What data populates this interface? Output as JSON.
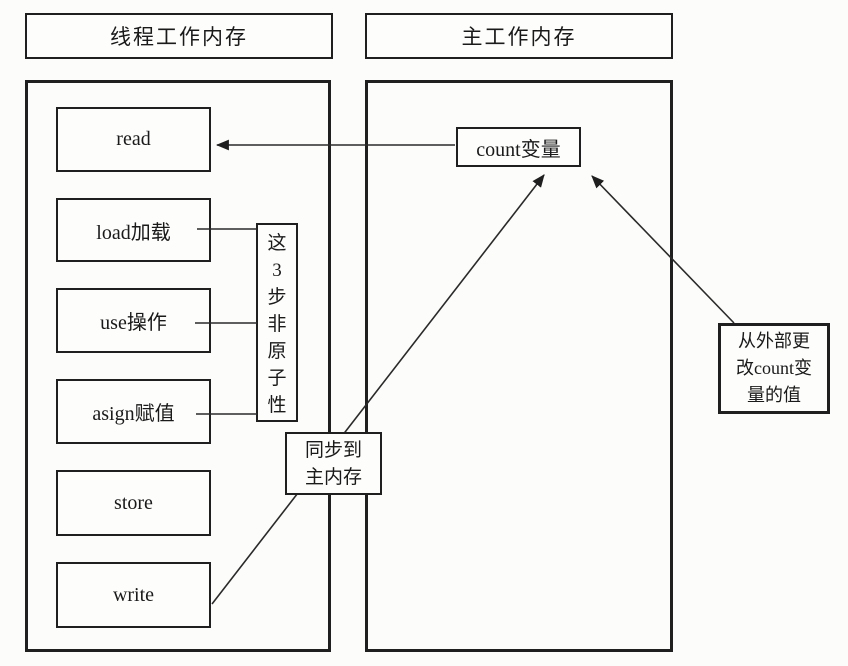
{
  "canvas": {
    "background": "#fcfcfb",
    "line_color": "#1f1f1f"
  },
  "left_panel": {
    "title": "线程工作内存",
    "steps": [
      {
        "label": "read"
      },
      {
        "label": "load加载"
      },
      {
        "label": "use操作"
      },
      {
        "label": "asign赋值"
      },
      {
        "label": "store"
      },
      {
        "label": "write"
      }
    ]
  },
  "right_panel": {
    "title": "主工作内存",
    "variable": "count变量"
  },
  "notes": {
    "non_atomic_vertical": "这3步非原子性",
    "sync_lines": [
      "同步到",
      "主内存"
    ],
    "external_lines": [
      "从外部更",
      "改count变",
      "量的值"
    ]
  }
}
